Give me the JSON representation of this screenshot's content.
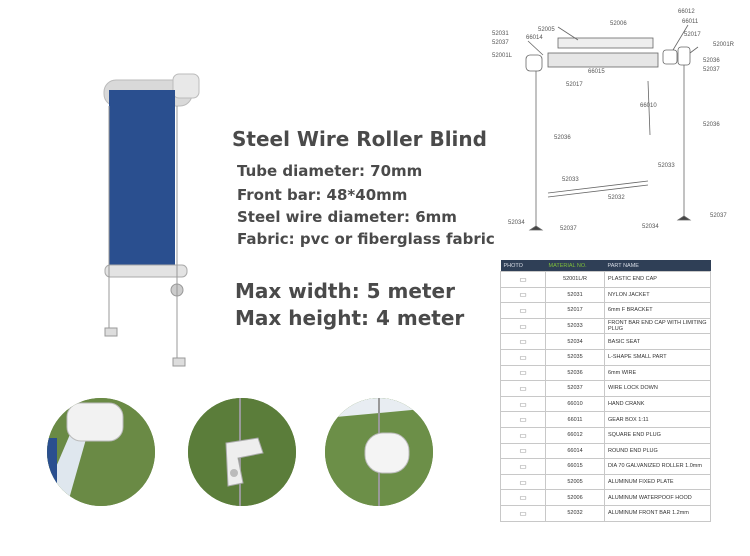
{
  "heading": {
    "title": "Steel Wire Roller Blind",
    "specs": [
      "Tube diameter: 70mm",
      "Front bar: 48*40mm",
      "Steel wire diameter: 6mm",
      "Fabric: pvc or fiberglass fabric"
    ],
    "max_width": "Max width: 5 meter",
    "max_height": "Max height: 4 meter"
  },
  "diagram_labels": [
    "66012",
    "52006",
    "52005",
    "66011",
    "52031",
    "52037",
    "66014",
    "52017",
    "52001R",
    "52001L",
    "52036",
    "66015",
    "52037",
    "52017",
    "66010",
    "52036",
    "52036",
    "52033",
    "52033",
    "52032",
    "52037",
    "52034",
    "52037",
    "52034"
  ],
  "parts_table": {
    "headers": [
      "PHOTO",
      "MATERIAL NO.",
      "PART NAME"
    ],
    "rows": [
      {
        "code": "52001L/R",
        "name": "PLASTIC END CAP"
      },
      {
        "code": "52031",
        "name": "NYLON JACKET"
      },
      {
        "code": "52017",
        "name": "6mm F BRACKET"
      },
      {
        "code": "52033",
        "name": "FRONT BAR END CAP WITH LIMITING PLUG"
      },
      {
        "code": "52034",
        "name": "BASIC SEAT"
      },
      {
        "code": "52035",
        "name": "L-SHAPE SMALL PART"
      },
      {
        "code": "52036",
        "name": "6mm WIRE"
      },
      {
        "code": "52037",
        "name": "WIRE LOCK DOWN"
      },
      {
        "code": "66010",
        "name": "HAND CRANK"
      },
      {
        "code": "66011",
        "name": "GEAR BOX 1:11"
      },
      {
        "code": "66012",
        "name": "SQUARE END PLUG"
      },
      {
        "code": "66014",
        "name": "ROUND END PLUG"
      },
      {
        "code": "66015",
        "name": "DIA 70 GALVANIZED ROLLER 1.0mm"
      },
      {
        "code": "52005",
        "name": "ALUMINUM FIXED PLATE"
      },
      {
        "code": "52006",
        "name": "ALUMINUM WATERPOOF HOOD"
      },
      {
        "code": "52032",
        "name": "ALUMINUM FRONT BAR 1.2mm"
      }
    ]
  },
  "colors": {
    "fabric": "#2a4f8f",
    "header_bg": "#2f3f56",
    "text": "#4a4a4a",
    "grass": "#5b7d3a"
  }
}
